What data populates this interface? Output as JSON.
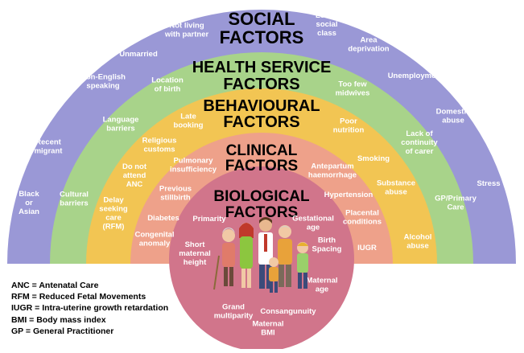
{
  "rings": [
    {
      "key": "social",
      "color": "#9a98d6",
      "title_lines": [
        "SOCIAL",
        "FACTORS"
      ],
      "labels": [
        {
          "lines": [
            "Black",
            "or",
            "Asian"
          ]
        },
        {
          "lines": [
            "Recent",
            "migrant"
          ]
        },
        {
          "lines": [
            "Non-English",
            "speaking"
          ]
        },
        {
          "lines": [
            "Unmarried"
          ]
        },
        {
          "lines": [
            "Not living",
            "with partner"
          ]
        },
        {
          "lines": [
            "Lower",
            "social",
            "class"
          ]
        },
        {
          "lines": [
            "Area",
            "deprivation"
          ]
        },
        {
          "lines": [
            "Unemployment"
          ]
        },
        {
          "lines": [
            "Domestic",
            "abuse"
          ]
        },
        {
          "lines": [
            "Stress"
          ]
        }
      ]
    },
    {
      "key": "health",
      "color": "#a8d38a",
      "title_lines": [
        "HEALTH SERVICE",
        "FACTORS"
      ],
      "labels": [
        {
          "lines": [
            "Cultural",
            "barriers"
          ]
        },
        {
          "lines": [
            "Language",
            "barriers"
          ]
        },
        {
          "lines": [
            "Location",
            "of birth"
          ]
        },
        {
          "lines": [
            "Too few",
            "midwives"
          ]
        },
        {
          "lines": [
            "Lack of",
            "continuity",
            "of carer"
          ]
        },
        {
          "lines": [
            "GP/Primary",
            "Care"
          ]
        },
        {
          "lines": [
            "Alcohol",
            "abuse"
          ]
        }
      ]
    },
    {
      "key": "behavioural",
      "color": "#f2c553",
      "title_lines": [
        "BEHAVIOURAL",
        "FACTORS"
      ],
      "labels": [
        {
          "lines": [
            "Delay",
            "seeking",
            "care",
            "(RFM)"
          ]
        },
        {
          "lines": [
            "Do not",
            "attend",
            "ANC"
          ]
        },
        {
          "lines": [
            "Religious",
            "customs"
          ]
        },
        {
          "lines": [
            "Late",
            "booking"
          ]
        },
        {
          "lines": [
            "Poor",
            "nutrition"
          ]
        },
        {
          "lines": [
            "Smoking"
          ]
        },
        {
          "lines": [
            "Substance",
            "abuse"
          ]
        }
      ]
    },
    {
      "key": "clinical",
      "color": "#eea18a",
      "title_lines": [
        "CLINICAL",
        "FACTORS"
      ],
      "labels": [
        {
          "lines": [
            "Congenital",
            "anomaly"
          ]
        },
        {
          "lines": [
            "Diabetes"
          ]
        },
        {
          "lines": [
            "Previous",
            "stillbirth"
          ]
        },
        {
          "lines": [
            "Pulmonary",
            "insufficiency"
          ]
        },
        {
          "lines": [
            "Antepartum",
            "haemorrhage"
          ]
        },
        {
          "lines": [
            "Hypertension"
          ]
        },
        {
          "lines": [
            "Placental",
            "conditions"
          ]
        },
        {
          "lines": [
            "IUGR"
          ]
        }
      ]
    },
    {
      "key": "biological",
      "color": "#d1758b",
      "title_lines": [
        "BIOLOGICAL",
        "FACTORS"
      ],
      "labels": [
        {
          "lines": [
            "Primarity"
          ]
        },
        {
          "lines": [
            "Short",
            "maternal",
            "height"
          ]
        },
        {
          "lines": [
            "Gestational",
            "age"
          ]
        },
        {
          "lines": [
            "Birth",
            "Spacing"
          ]
        },
        {
          "lines": [
            "Maternal",
            "age"
          ]
        },
        {
          "lines": [
            "Grand",
            "multiparity"
          ]
        },
        {
          "lines": [
            "Consangunuity"
          ]
        },
        {
          "lines": [
            "Maternal",
            "BMI"
          ]
        }
      ]
    }
  ],
  "legend": [
    "ANC = Antenatal Care",
    "RFM = Reduced Fetal Movements",
    "IUGR = Intra-uterine growth retardation",
    "BMI = Body mass index",
    "GP = General Practitioner"
  ],
  "family_icon": "family-illustration-icon"
}
